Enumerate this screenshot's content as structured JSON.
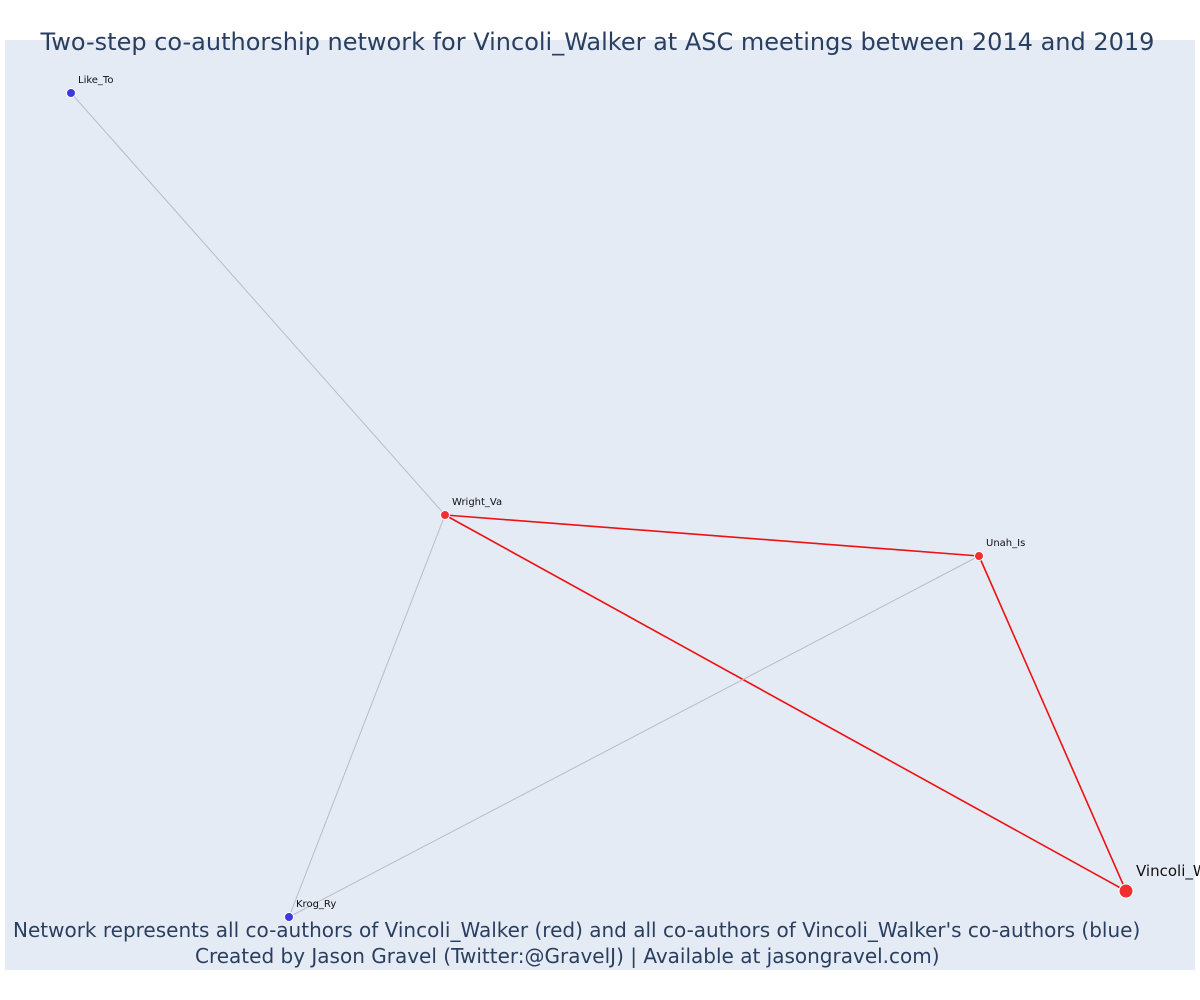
{
  "title": "Two-step co-authorship network for Vincoli_Walker at ASC meetings between 2014 and 2019",
  "footer": {
    "line1": "Network represents all co-authors of Vincoli_Walker (red) and all co-authors of Vincoli_Walker's co-authors (blue)",
    "line2": "Created by Jason Gravel (Twitter:@GravelJ) | Available at jasongravel.com)"
  },
  "colors": {
    "background": "#e5ebf5",
    "direct_node": "#f03030",
    "secondary_node": "#3a3adf",
    "direct_edge": "#ee1111",
    "secondary_edge": "#b8bcc8",
    "title_text": "#2a3f5f"
  },
  "network": {
    "nodes": [
      {
        "id": "vincoli",
        "label": "Vincoli_W",
        "group": "focal"
      },
      {
        "id": "wright",
        "label": "Wright_Va",
        "group": "direct"
      },
      {
        "id": "unah",
        "label": "Unah_Is",
        "group": "direct"
      },
      {
        "id": "like",
        "label": "Like_To",
        "group": "secondary"
      },
      {
        "id": "krog",
        "label": "Krog_Ry",
        "group": "secondary"
      }
    ],
    "edges": [
      {
        "source": "wright",
        "target": "unah",
        "type": "direct"
      },
      {
        "source": "wright",
        "target": "vincoli",
        "type": "direct"
      },
      {
        "source": "unah",
        "target": "vincoli",
        "type": "direct"
      },
      {
        "source": "like",
        "target": "wright",
        "type": "secondary"
      },
      {
        "source": "wright",
        "target": "krog",
        "type": "secondary"
      },
      {
        "source": "unah",
        "target": "krog",
        "type": "secondary"
      }
    ]
  }
}
